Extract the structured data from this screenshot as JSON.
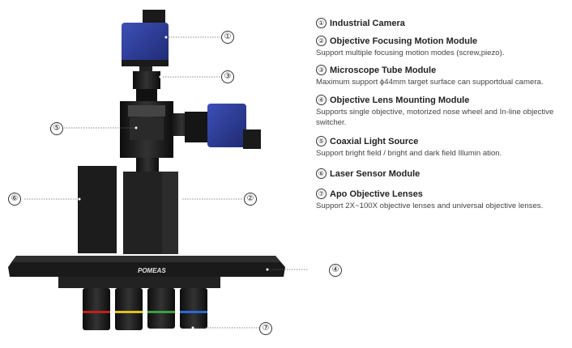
{
  "brand": "POMEAS",
  "callouts": [
    "①",
    "②",
    "③",
    "④",
    "⑤",
    "⑥",
    "⑦"
  ],
  "specs": [
    {
      "num": "①",
      "title": "Industrial Camera",
      "desc": ""
    },
    {
      "num": "②",
      "title": "Objective Focusing Motion Module",
      "desc": "Support multiple focusing motion modes (screw,piezo)."
    },
    {
      "num": "③",
      "title": "Microscope Tube Module",
      "desc": "Maximum support ϕ44mm target surface can supportdual camera."
    },
    {
      "num": "④",
      "title": "Objective Lens Mounting Module",
      "desc": "Supports single objective, motorized nose wheel and In-line objective switcher."
    },
    {
      "num": "⑤",
      "title": "Coaxial Light Source",
      "desc": "Support bright field / bright and dark field Illumin ation."
    },
    {
      "num": "⑥",
      "title": "Laser Sensor Module",
      "desc": ""
    },
    {
      "num": "⑦",
      "title": "Apo Objective Lenses",
      "desc": "Support 2X~100X objective lenses and universal objective lenses."
    }
  ],
  "colors": {
    "camera_blue": "#2f3f9a",
    "body_black": "#1a1a1a",
    "ring_yellow": "#e0c020",
    "ring_green": "#3aa040",
    "ring_blue": "#2a6ad0",
    "ring_red": "#c02020"
  }
}
